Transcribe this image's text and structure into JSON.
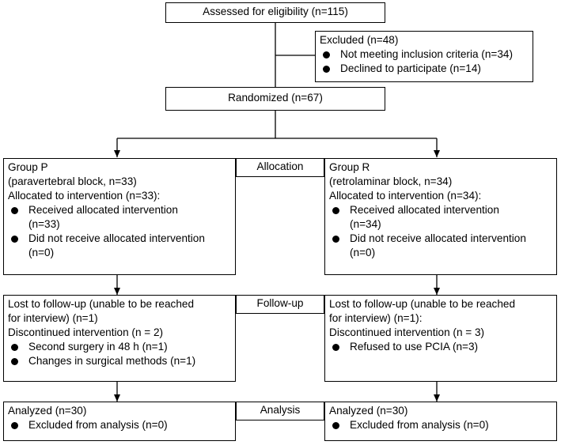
{
  "assessed": "Assessed for eligibility (n=115)",
  "excluded": {
    "title": "Excluded (n=48)",
    "items": [
      "Not meeting inclusion criteria (n=34)",
      "Declined to participate (n=14)"
    ]
  },
  "randomized": "Randomized (n=67)",
  "stages": {
    "allocation": "Allocation",
    "followup": "Follow-up",
    "analysis": "Analysis"
  },
  "group_p": {
    "title": "Group P",
    "subtitle": "(paravertebral block, n=33)",
    "allocated": "Allocated to intervention (n=33):",
    "received": "Received allocated intervention",
    "received_n": "(n=33)",
    "not_received": "Did not receive allocated intervention",
    "not_received_n": "(n=0)"
  },
  "group_r": {
    "title": "Group R",
    "subtitle": "(retrolaminar block, n=34)",
    "allocated": "Allocated to intervention (n=34):",
    "received": "Received allocated intervention",
    "received_n": "(n=34)",
    "not_received": "Did not receive allocated intervention",
    "not_received_n": "(n=0)"
  },
  "followup_p": {
    "line1": "Lost to follow-up (unable to be reached",
    "line2": "for interview) (n=1)",
    "line3": "Discontinued intervention (n = 2)",
    "items": [
      "Second surgery in 48 h (n=1)",
      "Changes in surgical methods (n=1)"
    ]
  },
  "followup_r": {
    "line1": "Lost to follow-up (unable to be reached",
    "line2": "for interview) (n=1):",
    "line3": "Discontinued intervention (n = 3)",
    "items": [
      "Refused to use PCIA (n=3)"
    ]
  },
  "analysis_p": {
    "title": "Analyzed (n=30)",
    "item": "Excluded from analysis (n=0)"
  },
  "analysis_r": {
    "title": "Analyzed (n=30)",
    "item": "Excluded from analysis (n=0)"
  }
}
